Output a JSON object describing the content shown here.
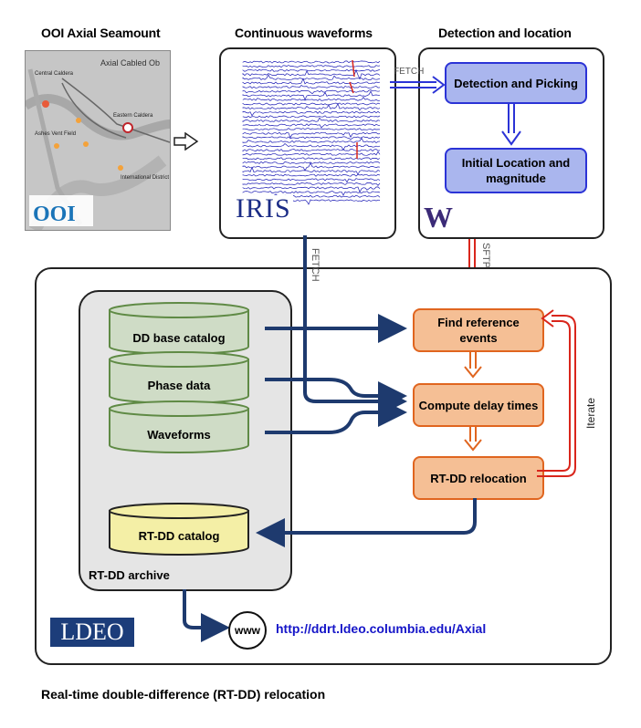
{
  "headings": {
    "ooi": "OOI Axial Seamount",
    "waveforms": "Continuous waveforms",
    "detection": "Detection and location"
  },
  "map": {
    "title": "Axial Cabled Ob",
    "labels": [
      "Central Caldera",
      "Eastern Caldera",
      "Ashes Vent Field",
      "International District"
    ],
    "logo": "OOI"
  },
  "iris_logo": "IRIS",
  "uw_logo": "W",
  "detection_boxes": {
    "picking": "Detection and Picking",
    "location": "Initial Location and magnitude"
  },
  "connectors": {
    "fetch_top": "FETCH",
    "fetch_vertical": "FETCH",
    "sftp": "SFTP",
    "iterate": "Iterate"
  },
  "archive": {
    "label": "RT-DD archive",
    "cylinders": [
      "DD base catalog",
      "Phase data",
      "Waveforms"
    ],
    "output": "RT-DD catalog"
  },
  "process_boxes": {
    "find": "Find reference events",
    "compute": "Compute delay times",
    "relocate": "RT-DD relocation"
  },
  "ldeo_logo": "LDEO",
  "www": "www",
  "url": "http://ddrt.ldeo.columbia.edu/Axial",
  "caption": "Real-time double-difference (RT-DD) relocation",
  "colors": {
    "blue_fill": "#aab6ee",
    "blue_border": "#2b33d6",
    "orange_fill": "#f5bf95",
    "orange_border": "#e0651f",
    "green_fill": "#cfdcc6",
    "green_border": "#5f8a45",
    "yellow_fill": "#f4efa6",
    "navy_arrow": "#1e3a6e",
    "red_arrow": "#d9261c"
  }
}
